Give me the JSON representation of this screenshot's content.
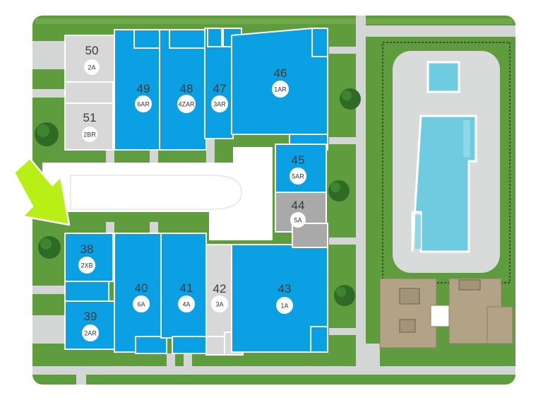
{
  "colors": {
    "grass": "#5f9c3e",
    "grass_light": "#79b352",
    "path": "#d4d6d6",
    "available": "#0aa0e3",
    "unavailable": "#d8d8d8",
    "hold": "#a9a9a9",
    "outline": "#ffffff",
    "pool": "#6fcbe0",
    "deck": "#d9dada",
    "clubhouse": "#b3a386",
    "arrow": "#b7ef17",
    "tree": "#2f6b25"
  },
  "arrow": {
    "icon": "entrance-arrow-icon"
  },
  "units": [
    {
      "id": "50",
      "number": "50",
      "type": "2A",
      "status": "unavailable"
    },
    {
      "id": "51",
      "number": "51",
      "type": "2BR",
      "status": "unavailable"
    },
    {
      "id": "49",
      "number": "49",
      "type": "6AR",
      "status": "available"
    },
    {
      "id": "48",
      "number": "48",
      "type": "4ZAR",
      "status": "available"
    },
    {
      "id": "47",
      "number": "47",
      "type": "3AR",
      "status": "available"
    },
    {
      "id": "46",
      "number": "46",
      "type": "1AR",
      "status": "available"
    },
    {
      "id": "45",
      "number": "45",
      "type": "5AR",
      "status": "available"
    },
    {
      "id": "44",
      "number": "44",
      "type": "5A",
      "status": "hold"
    },
    {
      "id": "38",
      "number": "38",
      "type": "2XB",
      "status": "available"
    },
    {
      "id": "39",
      "number": "39",
      "type": "2AR",
      "status": "available"
    },
    {
      "id": "40",
      "number": "40",
      "type": "6A",
      "status": "available"
    },
    {
      "id": "41",
      "number": "41",
      "type": "4A",
      "status": "available"
    },
    {
      "id": "42",
      "number": "42",
      "type": "3A",
      "status": "unavailable"
    },
    {
      "id": "43",
      "number": "43",
      "type": "1A",
      "status": "available"
    }
  ]
}
